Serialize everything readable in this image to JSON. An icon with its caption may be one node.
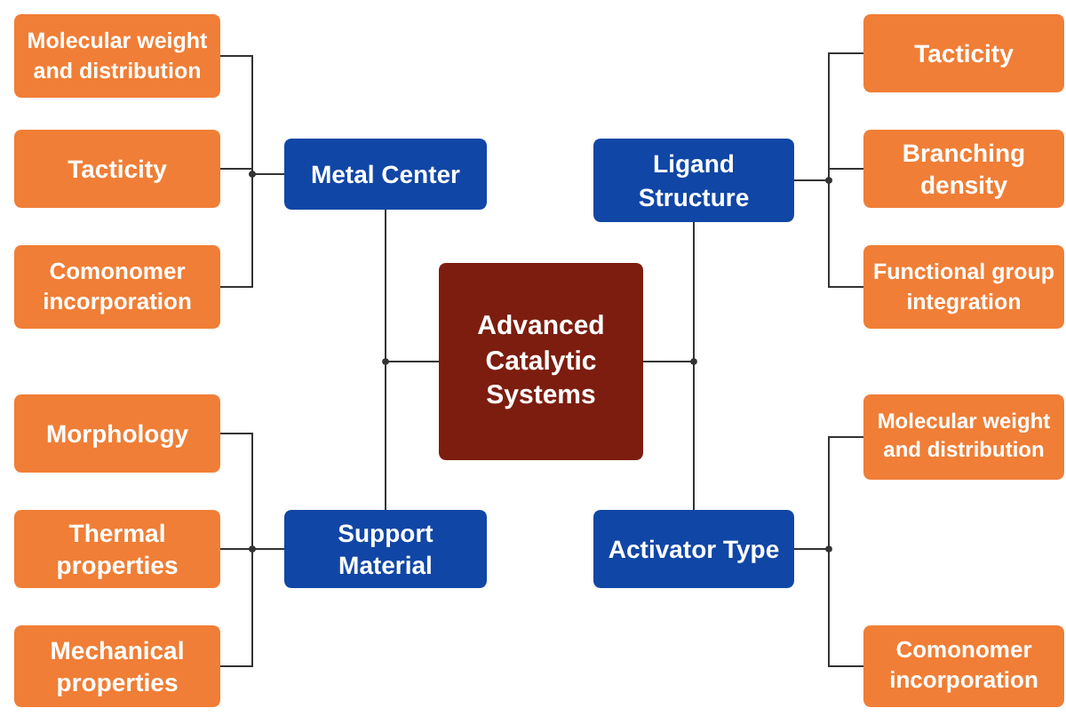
{
  "diagram": {
    "nodes": [
      {
        "text": [
          "Molecular weight and distribution"
        ]
      },
      {
        "text": [
          "Tacticity"
        ]
      },
      {
        "text": [
          "Comonomer incorporation"
        ]
      },
      {
        "text": [
          "Metal Center"
        ]
      },
      {
        "text": [
          "Ligand Structure"
        ]
      },
      {
        "text": [
          "Tacticity"
        ]
      },
      {
        "text": [
          "Branching density"
        ]
      },
      {
        "text": [
          "Functional group integration"
        ]
      },
      {
        "text": [
          "Advanced Catalytic Systems"
        ]
      },
      {
        "text": [
          "Morphology"
        ]
      },
      {
        "text": [
          "Thermal properties"
        ]
      },
      {
        "text": [
          "Mechanical properties"
        ]
      },
      {
        "text": [
          "Support Material"
        ]
      },
      {
        "text": [
          "Activator Type"
        ]
      },
      {
        "text": [
          "Molecular weight and distribution"
        ]
      },
      {
        "text": [
          "Comonomer incorporation"
        ]
      }
    ],
    "edges": [
      {
        "from": 8,
        "to": 3,
        "arrow": "none"
      },
      {
        "from": 8,
        "to": 12,
        "arrow": "none"
      },
      {
        "from": 8,
        "to": 4,
        "arrow": "none"
      },
      {
        "from": 8,
        "to": 13,
        "arrow": "none"
      },
      {
        "from": 3,
        "to": 0,
        "arrow": "none"
      },
      {
        "from": 3,
        "to": 1,
        "arrow": "none"
      },
      {
        "from": 3,
        "to": 2,
        "arrow": "none"
      },
      {
        "from": 4,
        "to": 5,
        "arrow": "none"
      },
      {
        "from": 4,
        "to": 6,
        "arrow": "none"
      },
      {
        "from": 4,
        "to": 7,
        "arrow": "none"
      },
      {
        "from": 12,
        "to": 9,
        "arrow": "none"
      },
      {
        "from": 12,
        "to": 10,
        "arrow": "none"
      },
      {
        "from": 12,
        "to": 11,
        "arrow": "none"
      },
      {
        "from": 13,
        "to": 14,
        "arrow": "none"
      },
      {
        "from": 13,
        "to": 15,
        "arrow": "none"
      }
    ]
  }
}
